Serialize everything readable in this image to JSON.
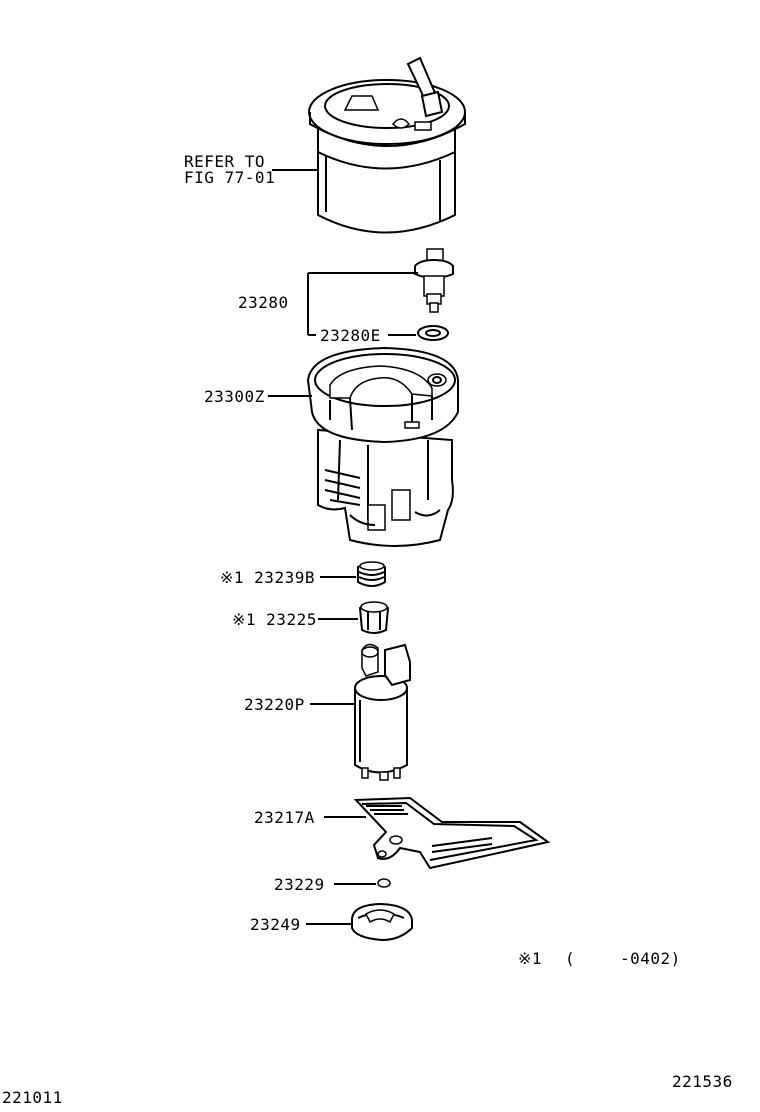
{
  "labels": {
    "refer_line1": "REFER TO",
    "refer_line2": "FIG 77-01",
    "p23280": "23280",
    "p23280E": "23280E",
    "p23300Z": "23300Z",
    "p23239B": "※1 23239B",
    "p23225": "※1 23225",
    "p23220P": "23220P",
    "p23217A": "23217A",
    "p23229": "23229",
    "p23249": "23249"
  },
  "footnote": {
    "mark": "※1",
    "open_paren": "(",
    "range": "-0402)"
  },
  "corner_codes": {
    "bottom_left": "221011",
    "bottom_right": "221536"
  }
}
